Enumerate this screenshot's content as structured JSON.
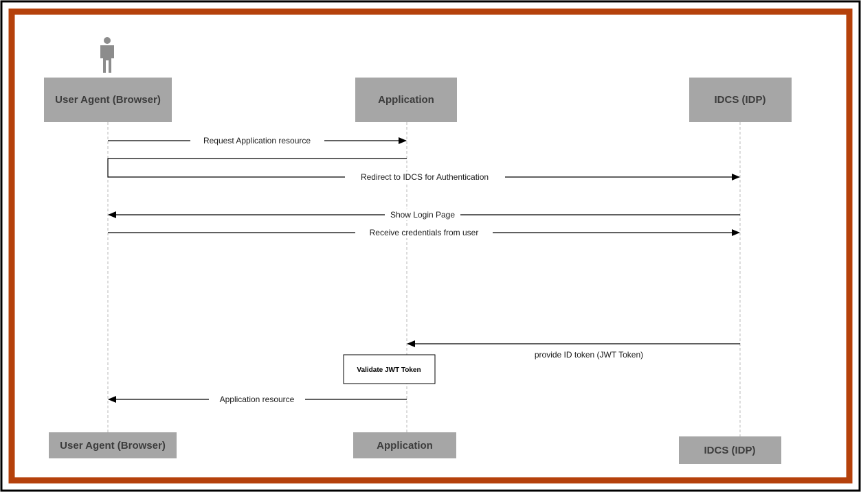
{
  "colors": {
    "frame_outer": "#000000",
    "frame_border": "#b5410b",
    "participant_fill": "#a6a6a6",
    "participant_text": "#3c3c3c",
    "lifeline": "#b8b8b8",
    "arrow": "#000000"
  },
  "participants": {
    "user_agent": {
      "label": "User Agent (Browser)",
      "icon": "user-icon"
    },
    "application": {
      "label": "Application"
    },
    "idcs": {
      "label": "IDCS (IDP)"
    }
  },
  "messages": [
    {
      "label": "Request Application resource",
      "from": "user_agent",
      "to": "application"
    },
    {
      "label": "Redirect to IDCS for Authentication",
      "from": "user_agent",
      "to": "idcs"
    },
    {
      "label": "Show Login Page",
      "from": "idcs",
      "to": "user_agent"
    },
    {
      "label": "Receive credentials from user",
      "from": "user_agent",
      "to": "idcs"
    },
    {
      "label": "provide ID token (JWT Token)",
      "from": "idcs",
      "to": "application"
    },
    {
      "label": "Application resource",
      "from": "application",
      "to": "user_agent"
    }
  ],
  "note": {
    "label": "Validate JWT Token",
    "on": "application"
  }
}
